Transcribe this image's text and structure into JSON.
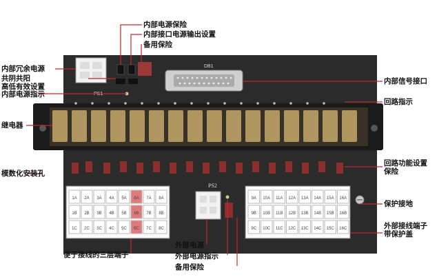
{
  "board": {
    "ps1_label": "PS1",
    "db1_label": "DB1",
    "ps2_label": "PS2",
    "left_terminal": {
      "rows": [
        [
          "1A",
          "2A",
          "3A",
          "4A",
          "5A",
          "6A",
          "7A",
          "8A"
        ],
        [
          "1B",
          "2B",
          "3B",
          "4B",
          "5B",
          "6B",
          "7B",
          "8B"
        ],
        [
          "1C",
          "2C",
          "3C",
          "4C",
          "5C",
          "6C",
          "7C",
          "8C"
        ]
      ],
      "highlighted": [
        "6A",
        "6B",
        "6C"
      ]
    },
    "right_terminal": {
      "rows": [
        [
          "9A",
          "10A",
          "11A",
          "12A",
          "13A",
          "14A",
          "15A",
          "16A"
        ],
        [
          "9B",
          "10B",
          "11B",
          "12B",
          "13B",
          "14B",
          "15B",
          "16B"
        ],
        [
          "9C",
          "10C",
          "11C",
          "12C",
          "13C",
          "14C",
          "15C",
          "16C"
        ]
      ]
    }
  },
  "callouts": {
    "internal_power_fuse": "内部电源保险",
    "internal_port_power_output": "内部接口电源输出设置",
    "spare_fuse_top": "备用保险",
    "internal_redundant_power": "内部冗余电源",
    "common_cathode_anode_line1": "共阴共阳",
    "common_cathode_anode_line2": "高低有效设置",
    "internal_power_indicator": "内部电源指示",
    "internal_signal_port": "内部信号接口",
    "loop_indicator": "回路指示",
    "relay": "继电器",
    "loop_function_line1": "回路功能设置",
    "loop_function_line2": "保险",
    "modular_mounting_hole": "模数化安装孔",
    "protective_ground": "保护接地",
    "external_terminal_line1": "外部接线端子",
    "external_terminal_line2": "带保护盖",
    "three_layer_terminal": "便于接线的三层端子",
    "external_power": "外部电源",
    "external_power_indicator": "外部电源指示",
    "spare_fuse_bottom": "备用保险"
  }
}
